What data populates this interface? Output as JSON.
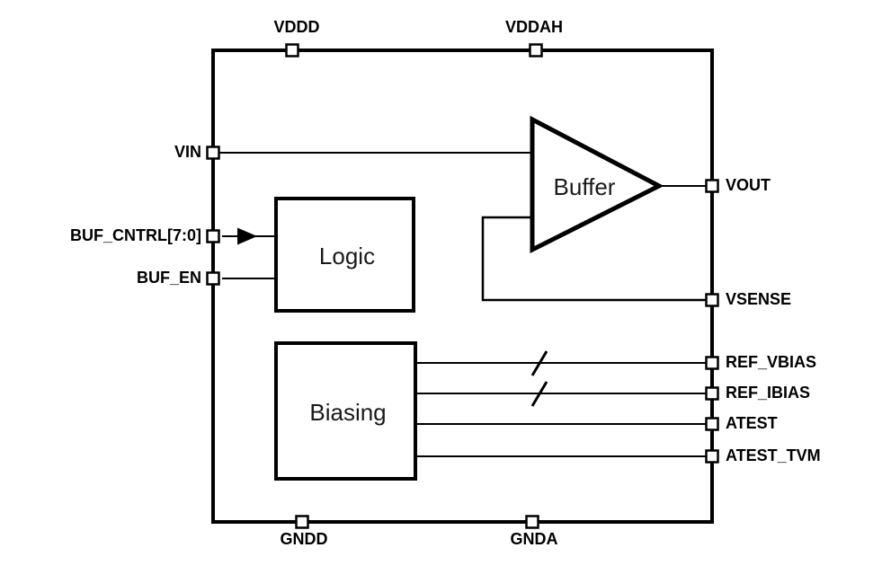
{
  "diagram": {
    "colors": {
      "line": "#000000",
      "background": "#ffffff"
    },
    "blocks": {
      "buffer": {
        "label": "Buffer",
        "shape": "triangle"
      },
      "logic": {
        "label": "Logic",
        "shape": "rect"
      },
      "biasing": {
        "label": "Biasing",
        "shape": "rect"
      }
    },
    "pins": {
      "top": [
        {
          "label": "VDDD"
        },
        {
          "label": "VDDAH"
        }
      ],
      "left": [
        {
          "label": "VIN"
        },
        {
          "label": "BUF_CNTRL[7:0]"
        },
        {
          "label": "BUF_EN"
        }
      ],
      "right": [
        {
          "label": "VOUT"
        },
        {
          "label": "VSENSE"
        },
        {
          "label": "REF_VBIAS"
        },
        {
          "label": "REF_IBIAS"
        },
        {
          "label": "ATEST"
        },
        {
          "label": "ATEST_TVM"
        }
      ],
      "bottom": [
        {
          "label": "GNDD"
        },
        {
          "label": "GNDA"
        }
      ]
    },
    "icons": {
      "bus_slash": "bus-width-slash",
      "signal_arrow": "right-arrowhead"
    }
  }
}
